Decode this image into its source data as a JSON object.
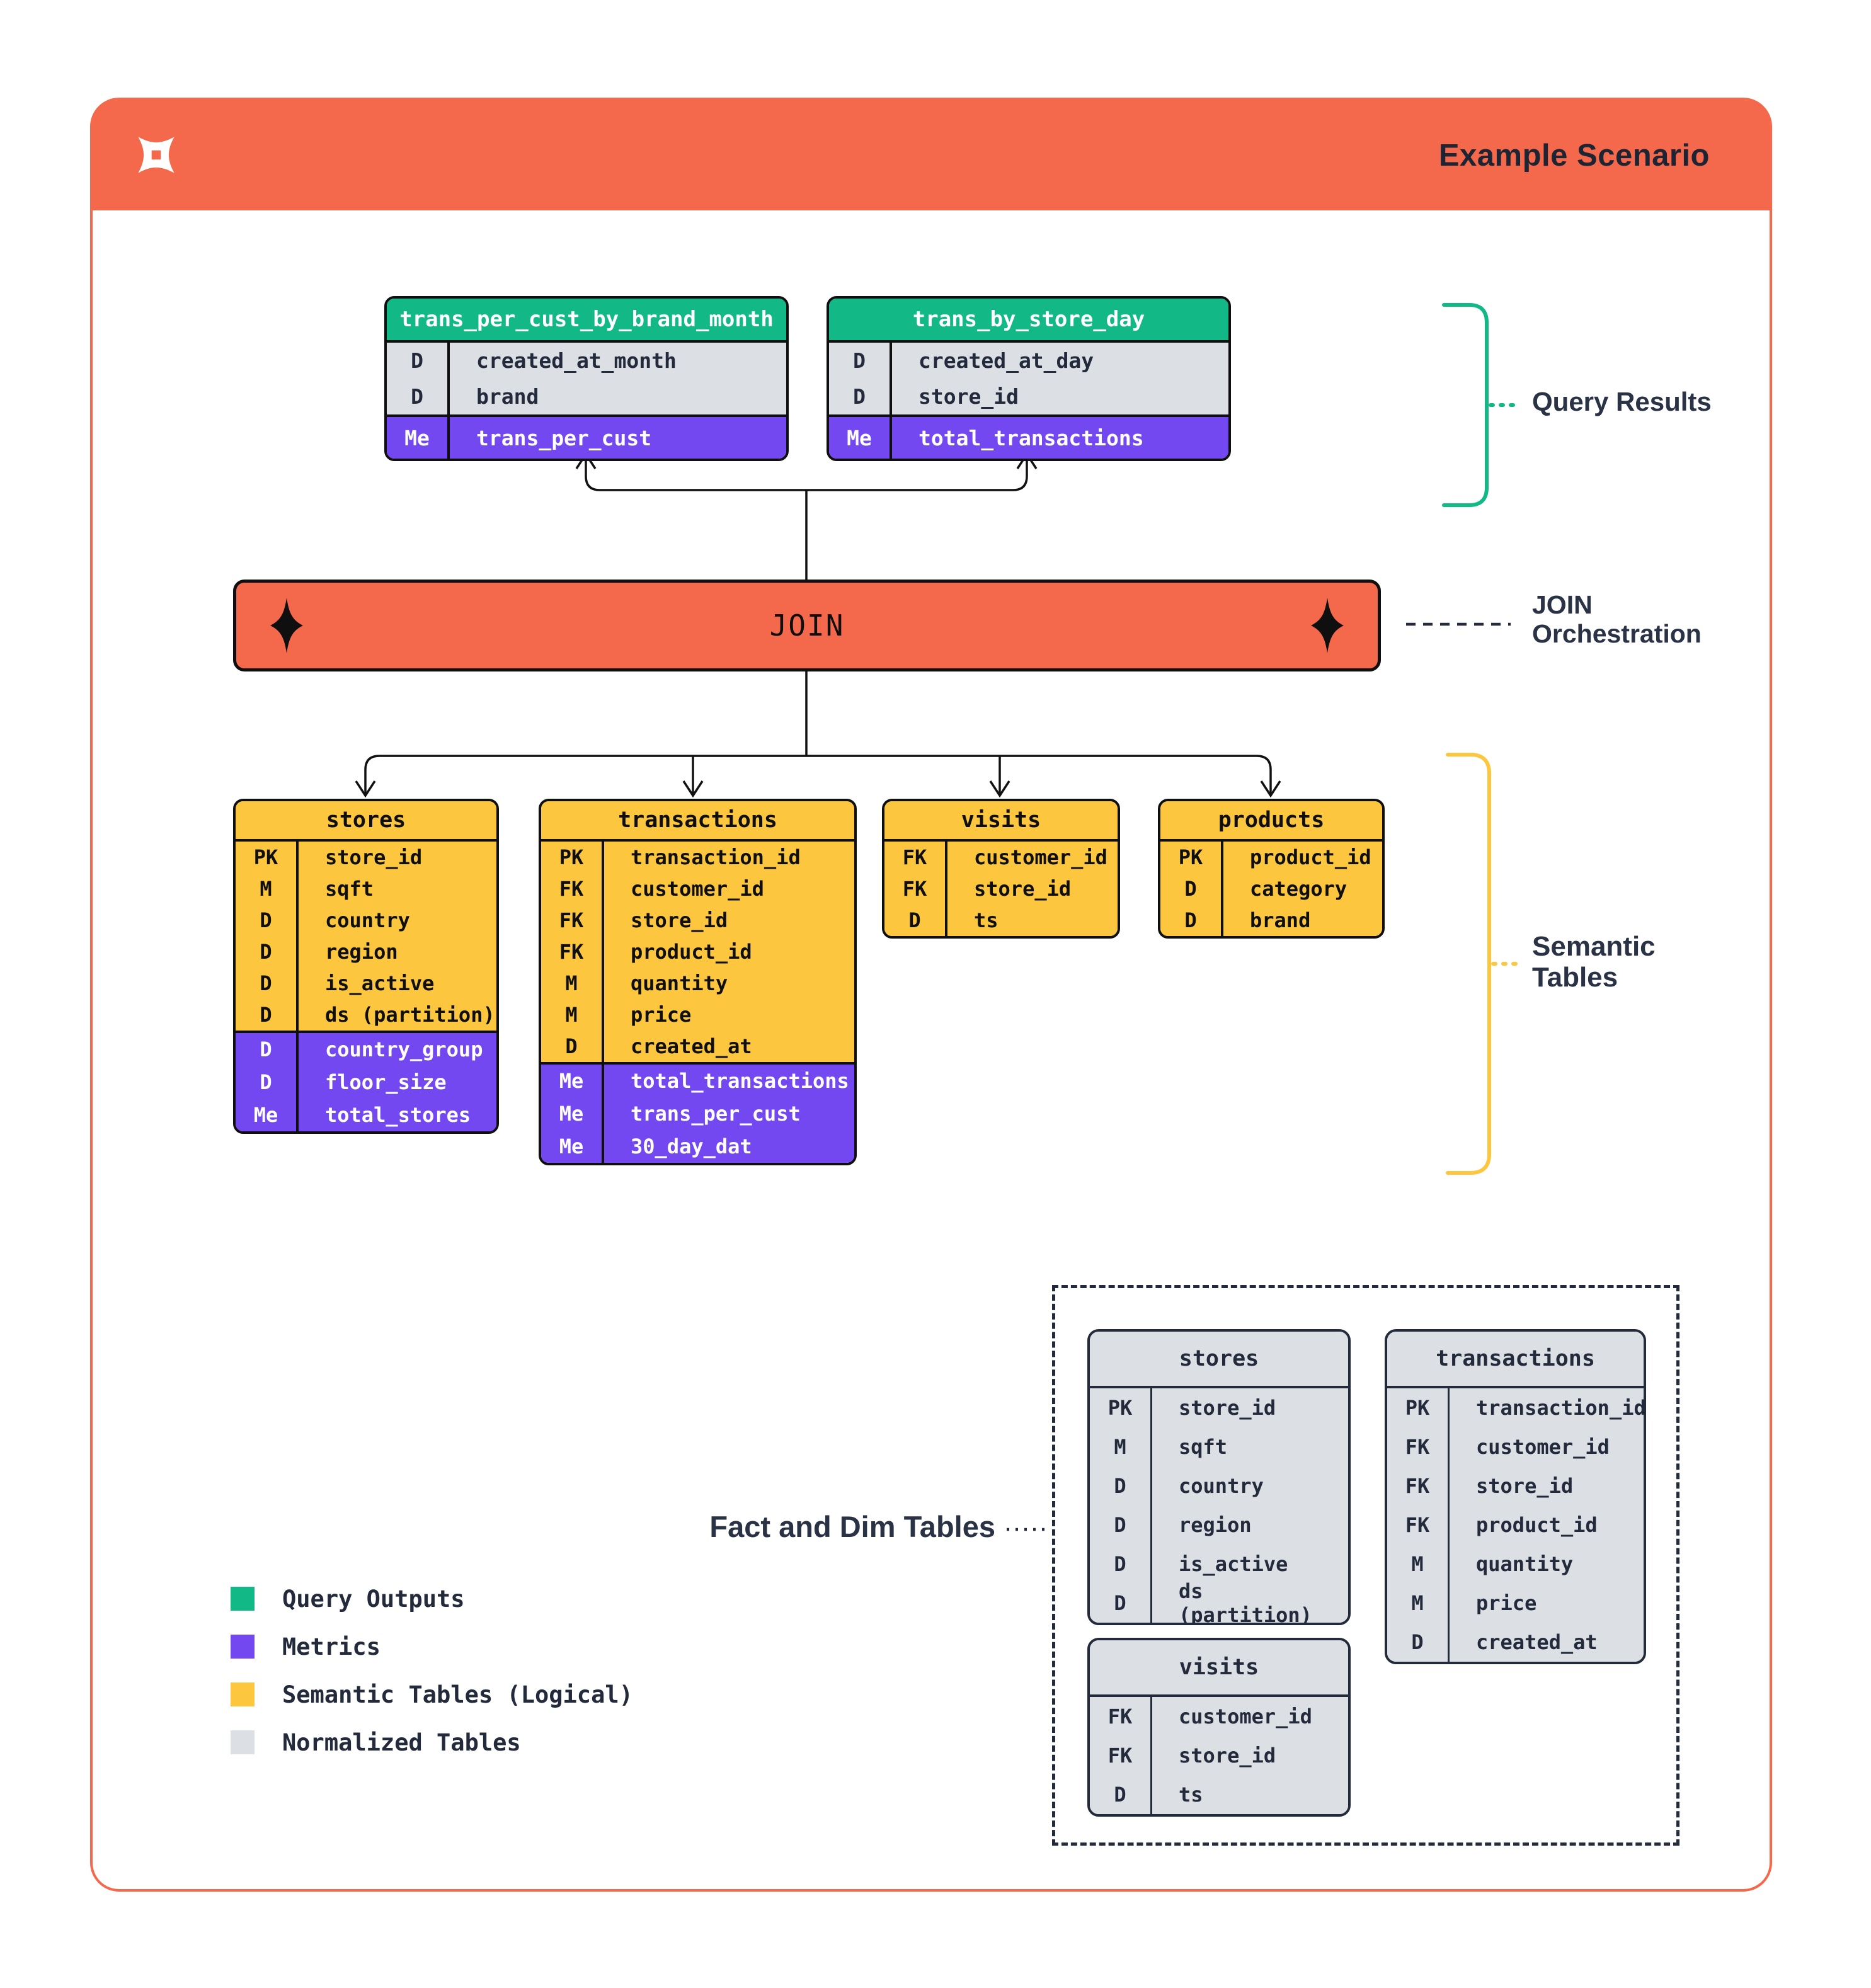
{
  "page": {
    "title": "Example Scenario"
  },
  "join_bar": {
    "label": "JOIN"
  },
  "annotations": {
    "query_results": "Query Results",
    "join_orchestration": [
      "JOIN",
      "Orchestration"
    ],
    "semantic_tables": [
      "Semantic",
      "Tables"
    ],
    "fact_dim": "Fact and Dim Tables"
  },
  "legend": [
    {
      "label": "Query Outputs",
      "color": "#12B886"
    },
    {
      "label": "Metrics",
      "color": "#7448F0"
    },
    {
      "label": "Semantic Tables (Logical)",
      "color": "#FCC63E"
    },
    {
      "label": "Normalized Tables",
      "color": "#DCE0E5"
    }
  ],
  "colors": {
    "accent_orange": "#F4694B",
    "query_output_green": "#12B886",
    "metric_purple": "#7448F0",
    "semantic_yellow": "#FCC63E",
    "normalized_gray": "#DCE0E5",
    "ink_navy": "#232A3B"
  },
  "icons": {
    "logo": "four-point-pinwheel-star",
    "join_decor": "four-point-sparkle"
  },
  "tables": {
    "query_trans_per_cust_by_brand_month": {
      "variant": "query",
      "title": "trans_per_cust_by_brand_month",
      "rows": [
        {
          "k": "D",
          "v": "created_at_month"
        },
        {
          "k": "D",
          "v": "brand"
        },
        {
          "k": "Me",
          "v": "trans_per_cust",
          "highlight": true
        }
      ]
    },
    "query_trans_by_store_day": {
      "variant": "query",
      "title": "trans_by_store_day",
      "rows": [
        {
          "k": "D",
          "v": "created_at_day"
        },
        {
          "k": "D",
          "v": "store_id"
        },
        {
          "k": "Me",
          "v": "total_transactions",
          "highlight": true
        }
      ]
    },
    "semantic_stores": {
      "variant": "semantic",
      "title": "stores",
      "rows": [
        {
          "k": "PK",
          "v": "store_id"
        },
        {
          "k": "M",
          "v": "sqft"
        },
        {
          "k": "D",
          "v": "country"
        },
        {
          "k": "D",
          "v": "region"
        },
        {
          "k": "D",
          "v": "is_active"
        },
        {
          "k": "D",
          "v": "ds (partition)"
        },
        {
          "k": "D",
          "v": "country_group",
          "highlight": true
        },
        {
          "k": "D",
          "v": "floor_size",
          "highlight": true
        },
        {
          "k": "Me",
          "v": "total_stores",
          "highlight": true
        }
      ]
    },
    "semantic_transactions": {
      "variant": "semantic",
      "title": "transactions",
      "rows": [
        {
          "k": "PK",
          "v": "transaction_id"
        },
        {
          "k": "FK",
          "v": "customer_id"
        },
        {
          "k": "FK",
          "v": "store_id"
        },
        {
          "k": "FK",
          "v": "product_id"
        },
        {
          "k": "M",
          "v": "quantity"
        },
        {
          "k": "M",
          "v": "price"
        },
        {
          "k": "D",
          "v": "created_at"
        },
        {
          "k": "Me",
          "v": "total_transactions",
          "highlight": true
        },
        {
          "k": "Me",
          "v": "trans_per_cust",
          "highlight": true
        },
        {
          "k": "Me",
          "v": "30_day_dat",
          "highlight": true
        }
      ]
    },
    "semantic_visits": {
      "variant": "semantic",
      "title": "visits",
      "rows": [
        {
          "k": "FK",
          "v": "customer_id"
        },
        {
          "k": "FK",
          "v": "store_id"
        },
        {
          "k": "D",
          "v": "ts"
        }
      ]
    },
    "semantic_products": {
      "variant": "semantic",
      "title": "products",
      "rows": [
        {
          "k": "PK",
          "v": "product_id"
        },
        {
          "k": "D",
          "v": "category"
        },
        {
          "k": "D",
          "v": "brand"
        }
      ]
    },
    "normalized_stores": {
      "variant": "norm",
      "title": "stores",
      "rows": [
        {
          "k": "PK",
          "v": "store_id"
        },
        {
          "k": "M",
          "v": "sqft"
        },
        {
          "k": "D",
          "v": "country"
        },
        {
          "k": "D",
          "v": "region"
        },
        {
          "k": "D",
          "v": "is_active"
        },
        {
          "k": "D",
          "v": "ds (partition)"
        }
      ]
    },
    "normalized_transactions": {
      "variant": "norm",
      "title": "transactions",
      "rows": [
        {
          "k": "PK",
          "v": "transaction_id"
        },
        {
          "k": "FK",
          "v": "customer_id"
        },
        {
          "k": "FK",
          "v": "store_id"
        },
        {
          "k": "FK",
          "v": "product_id"
        },
        {
          "k": "M",
          "v": "quantity"
        },
        {
          "k": "M",
          "v": "price"
        },
        {
          "k": "D",
          "v": "created_at"
        }
      ]
    },
    "normalized_visits": {
      "variant": "norm",
      "title": "visits",
      "rows": [
        {
          "k": "FK",
          "v": "customer_id"
        },
        {
          "k": "FK",
          "v": "store_id"
        },
        {
          "k": "D",
          "v": "ts"
        }
      ]
    }
  }
}
